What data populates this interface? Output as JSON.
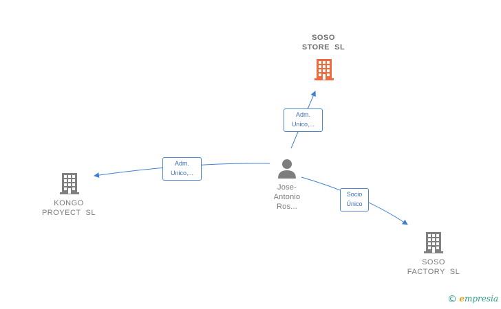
{
  "colors": {
    "edge": "#3f7fd0",
    "company": "#808080",
    "highlight_company": "#f26a3c",
    "person": "#7d7d7d"
  },
  "nodes": {
    "soso_store": {
      "line1": "SOSO",
      "line2": "STORE  SL",
      "icon": "building-icon"
    },
    "kongo": {
      "line1": "KONGO",
      "line2": "PROYECT  SL",
      "icon": "building-icon"
    },
    "soso_factory": {
      "line1": "SOSO",
      "line2": "FACTORY  SL",
      "icon": "building-icon"
    },
    "person": {
      "line1": "Jose-",
      "line2": "Antonio",
      "line3": "Ros...",
      "icon": "person-icon"
    }
  },
  "edges": {
    "to_store": {
      "line1": "Adm.",
      "line2": "Unico,..."
    },
    "to_kongo": {
      "line1": "Adm.",
      "line2": "Unico,..."
    },
    "to_factory": {
      "line1": "Socio",
      "line2": "Único"
    }
  },
  "brand": {
    "copyright": "©",
    "e": "e",
    "rest": "mpresia"
  }
}
